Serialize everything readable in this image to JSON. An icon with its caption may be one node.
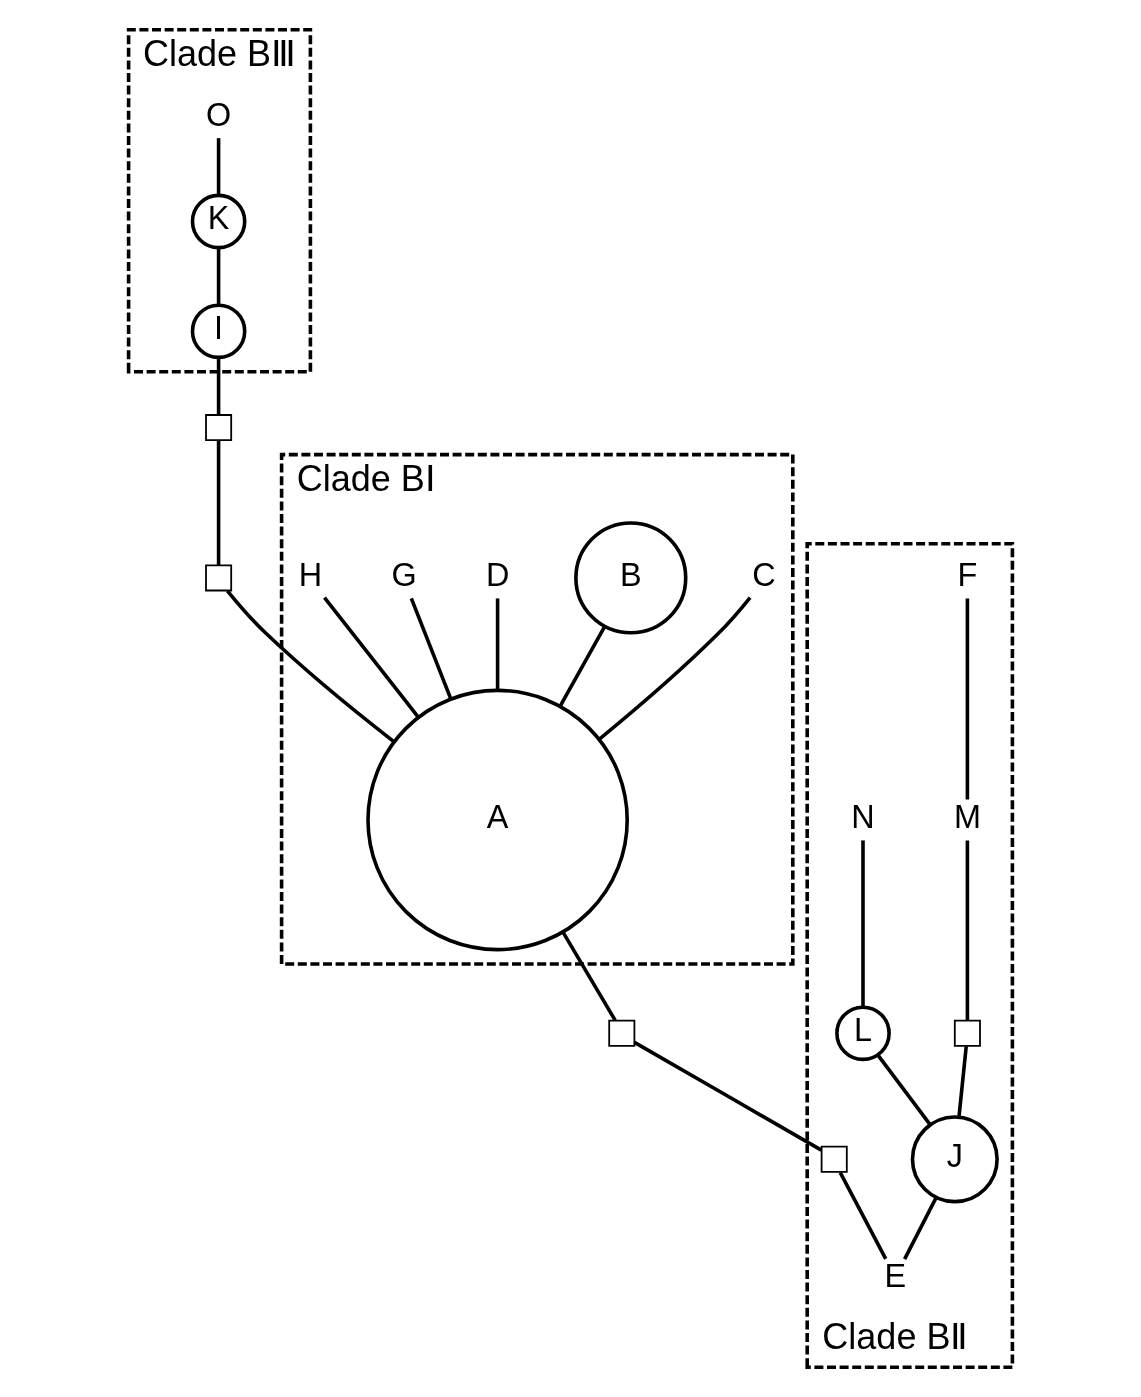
{
  "diagram": {
    "nodes": [
      {
        "text": [
          "Clade BⅢ"
        ]
      },
      {
        "text": [
          "O"
        ],
        "in": 0
      },
      {
        "text": [
          "K"
        ],
        "in": 0
      },
      {
        "text": [
          "I"
        ],
        "in": 0
      },
      {
        "text": [
          "Clade BⅡ"
        ]
      },
      {
        "text": [
          "F"
        ],
        "in": 4
      },
      {
        "text": [
          "M"
        ],
        "in": 4
      },
      {
        "text": [],
        "shape": "box",
        "in": 4
      },
      {
        "text": [
          "N"
        ],
        "in": 4
      },
      {
        "text": [
          "L"
        ],
        "in": 4
      },
      {
        "text": [
          "J"
        ],
        "in": 4
      },
      {
        "text": [],
        "shape": "box"
      },
      {
        "text": [],
        "shape": "box"
      },
      {
        "text": [
          "Clade BⅠ"
        ]
      },
      {
        "text": [
          "C"
        ],
        "in": 13
      },
      {
        "text": [
          "B"
        ],
        "in": 13
      },
      {
        "text": [
          "A"
        ],
        "in": 13
      },
      {
        "text": [
          "D"
        ],
        "in": 13
      },
      {
        "text": [
          "G"
        ],
        "in": 13
      },
      {
        "text": [
          "H"
        ],
        "in": 13
      },
      {
        "text": [],
        "shape": "box"
      },
      {
        "text": [],
        "shape": "box",
        "in": 4
      },
      {
        "text": [
          "E"
        ],
        "in": 4
      }
    ],
    "edges": [
      {
        "from": 1,
        "to": 2,
        "arrow": "none"
      },
      {
        "from": 2,
        "to": 3,
        "arrow": "none"
      },
      {
        "from": 3,
        "to": 11,
        "arrow": "none"
      },
      {
        "from": 11,
        "to": 12,
        "arrow": "none"
      },
      {
        "from": 12,
        "to": 16,
        "arrow": "none"
      },
      {
        "from": 5,
        "to": 6,
        "arrow": "none"
      },
      {
        "from": 6,
        "to": 7,
        "arrow": "none"
      },
      {
        "from": 7,
        "to": 10,
        "arrow": "none"
      },
      {
        "from": 8,
        "to": 9,
        "arrow": "none"
      },
      {
        "from": 9,
        "to": 10,
        "arrow": "none"
      },
      {
        "from": 10,
        "to": 22,
        "arrow": "none"
      },
      {
        "from": 14,
        "to": 16,
        "arrow": "none"
      },
      {
        "from": 15,
        "to": 16,
        "arrow": "none"
      },
      {
        "from": 17,
        "to": 16,
        "arrow": "none"
      },
      {
        "from": 18,
        "to": 16,
        "arrow": "none"
      },
      {
        "from": 19,
        "to": 16,
        "arrow": "none"
      },
      {
        "from": 16,
        "to": 20,
        "arrow": "none"
      },
      {
        "from": 20,
        "to": 21,
        "arrow": "none"
      },
      {
        "from": 21,
        "to": 22,
        "arrow": "none"
      }
    ]
  }
}
